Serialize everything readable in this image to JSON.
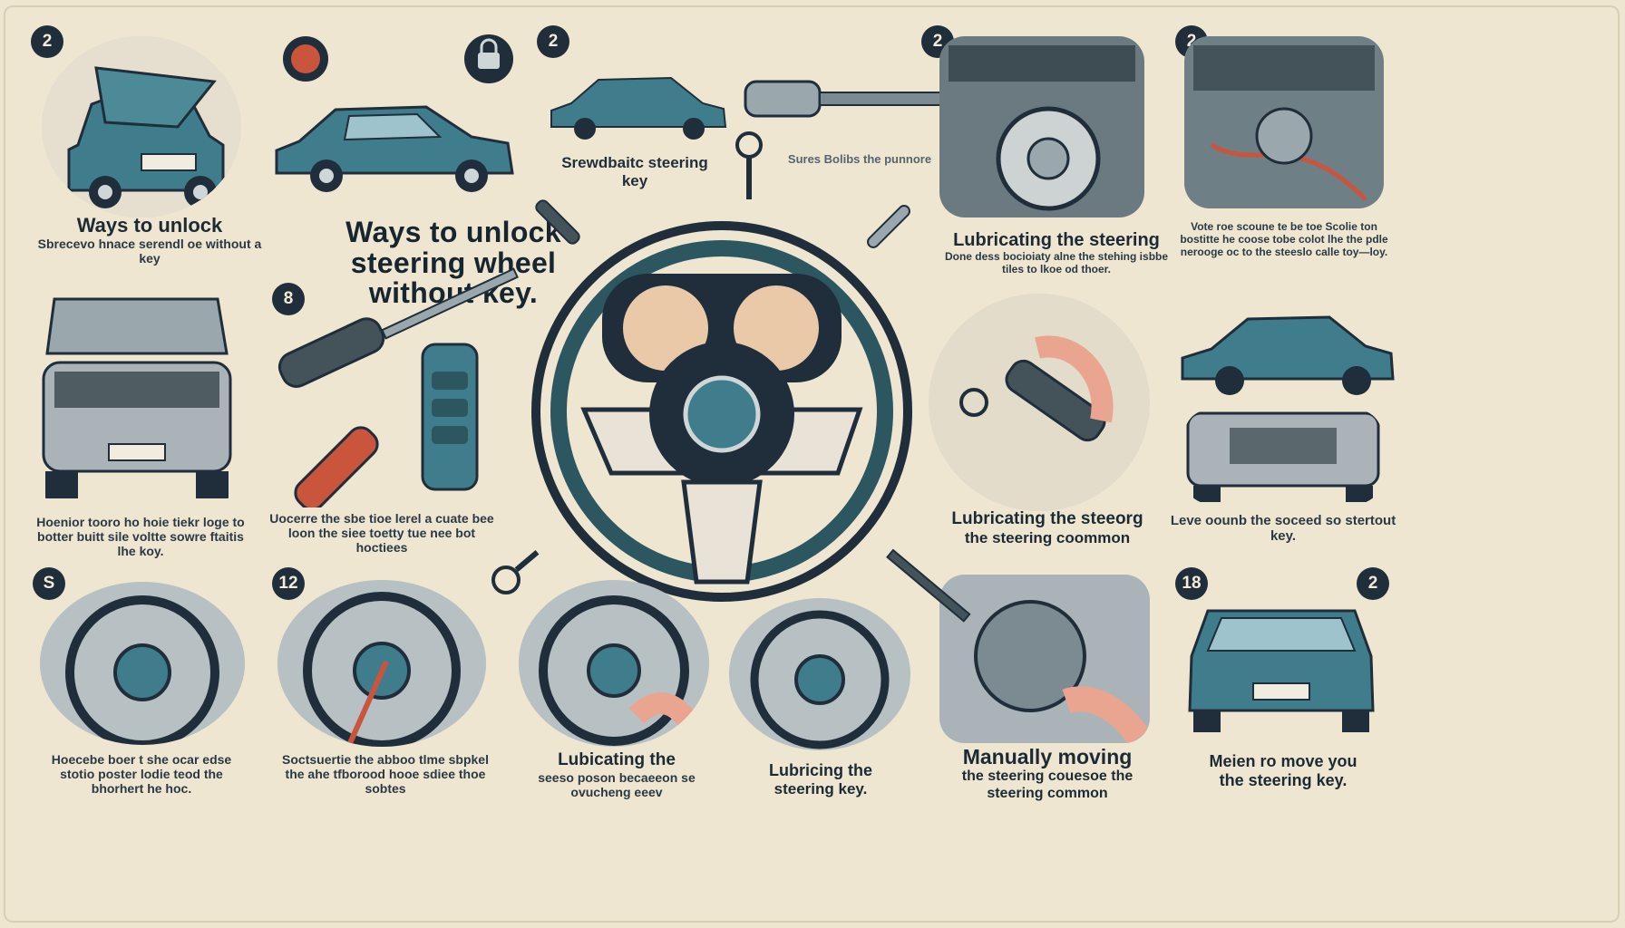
{
  "title": "Ways to unlock steering wheel without key.",
  "badges": [
    "2",
    "2",
    "2",
    "2",
    "8",
    "S",
    "12",
    "18",
    "2"
  ],
  "captions": {
    "c1_title": "Ways to unlock",
    "c1_body": "Sbrecevo hnace serendl oe without a key",
    "c2_label": "Srewdbaitc steering key",
    "c2_small": "Sures Bolibs the punnore",
    "c3_title": "Lubricating the steering",
    "c3_body": "Done dess bocioiaty alne the stehing isbbe tiles to lkoe od thoer.",
    "c4_body": "Vote roe scoune te be toe Scolie ton bostitte he coose tobe colot lhe the pdle nerooge oc to the steeslo calle toy—loy.",
    "c5_body": "Hoenior tooro ho hoie tiekr loge to botter buitt sile voltte sowre ftaitis lhe koy.",
    "c6_body": "Uocerre the sbe tioe lerel a cuate bee loon the siee toetty tue nee bot hoctiees",
    "c7_title": "Lubricating the steeorg",
    "c7_body": "the steering coommon",
    "c8_body": "Leve oounb the soceed so stertout key.",
    "c9_body": "Hoecebe boer t she ocar edse stotio poster lodie teod the bhorhert he hoc.",
    "c10_body": "Soctsuertie the abboo tlme sbpkel the ahe tfborood hooe sdiee thoe sobtes",
    "c11_title": "Lubicating the",
    "c11_body": "seeso poson becaeeon se ovucheng eeev",
    "c12_title": "Lubricing the",
    "c12_body": "steering key.",
    "c13_title": "Manually moving",
    "c13_body": "the steering couesoe the steering common",
    "c14_title": "Meien ro move you",
    "c14_body": "the steering key."
  },
  "colors": {
    "background": "#efe6d2",
    "teal": "#3f7d8c",
    "navy": "#1f2e3a",
    "accent_red": "#c9553c"
  },
  "icons": [
    "car-icon",
    "steering-wheel-icon",
    "screwdriver-icon",
    "key-icon",
    "usb-key-icon",
    "wrench-icon",
    "hand-icon"
  ]
}
